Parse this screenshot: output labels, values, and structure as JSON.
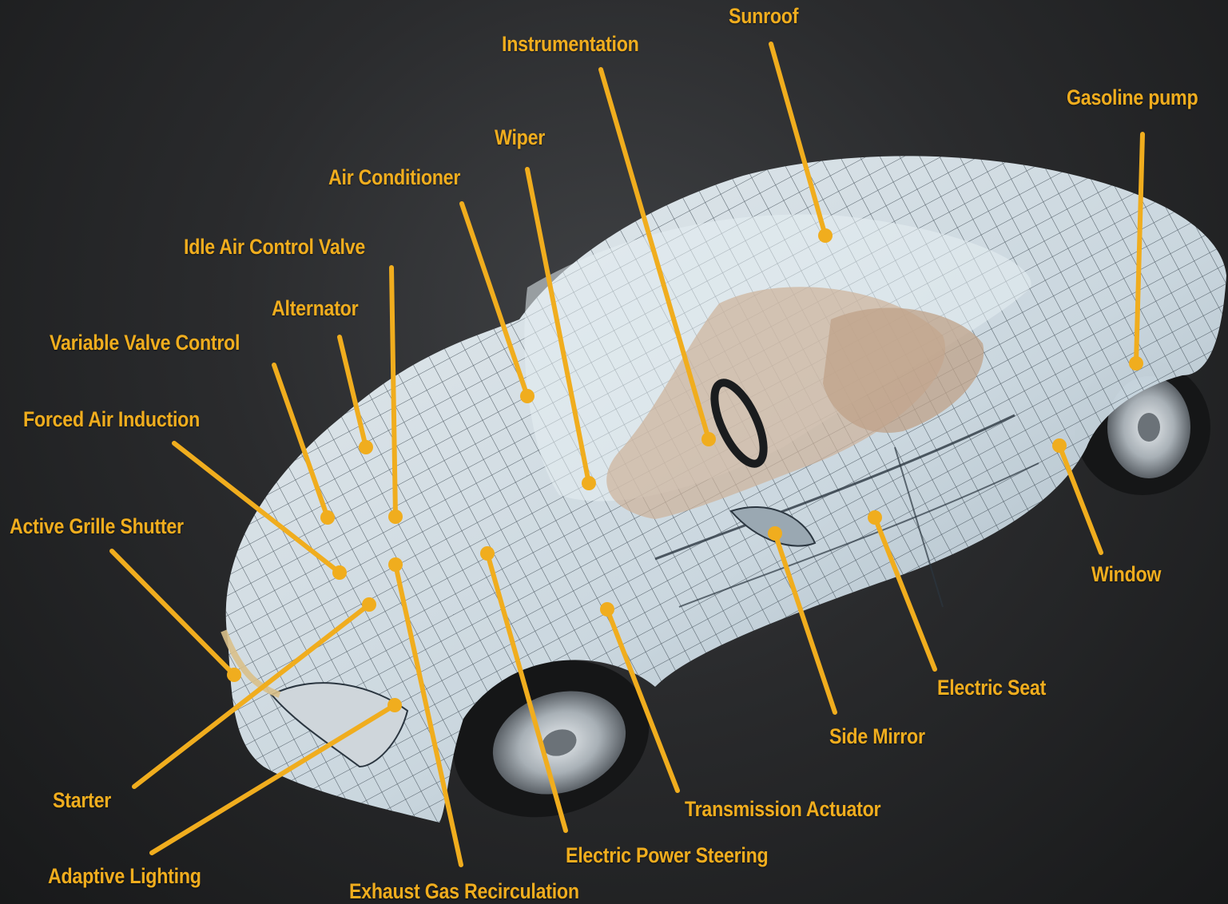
{
  "colors": {
    "background": "#2a2b2d",
    "accent": "#f0ad1e",
    "car_mesh": "#dfe8ee",
    "car_wire": "#2b3640",
    "interior": "#cdb29a",
    "tire": "#151617"
  },
  "image": {
    "subject": "car-wireframe",
    "icon": "car-icon"
  },
  "callouts": [
    {
      "id": "sunroof",
      "label": "Sunroof"
    },
    {
      "id": "instrumentation",
      "label": "Instrumentation"
    },
    {
      "id": "gasoline-pump",
      "label": "Gasoline pump"
    },
    {
      "id": "wiper",
      "label": "Wiper"
    },
    {
      "id": "air-conditioner",
      "label": "Air Conditioner"
    },
    {
      "id": "idle-air-control-valve",
      "label": "Idle Air Control Valve"
    },
    {
      "id": "alternator",
      "label": "Alternator"
    },
    {
      "id": "variable-valve-control",
      "label": "Variable Valve Control"
    },
    {
      "id": "forced-air-induction",
      "label": "Forced Air Induction"
    },
    {
      "id": "active-grille-shutter",
      "label": "Active Grille Shutter"
    },
    {
      "id": "starter",
      "label": "Starter"
    },
    {
      "id": "adaptive-lighting",
      "label": "Adaptive Lighting"
    },
    {
      "id": "exhaust-gas-recirculation",
      "label": "Exhaust Gas Recirculation"
    },
    {
      "id": "electric-power-steering",
      "label": "Electric Power Steering"
    },
    {
      "id": "transmission-actuator",
      "label": "Transmission Actuator"
    },
    {
      "id": "side-mirror",
      "label": "Side Mirror"
    },
    {
      "id": "electric-seat",
      "label": "Electric Seat"
    },
    {
      "id": "window",
      "label": "Window"
    }
  ]
}
